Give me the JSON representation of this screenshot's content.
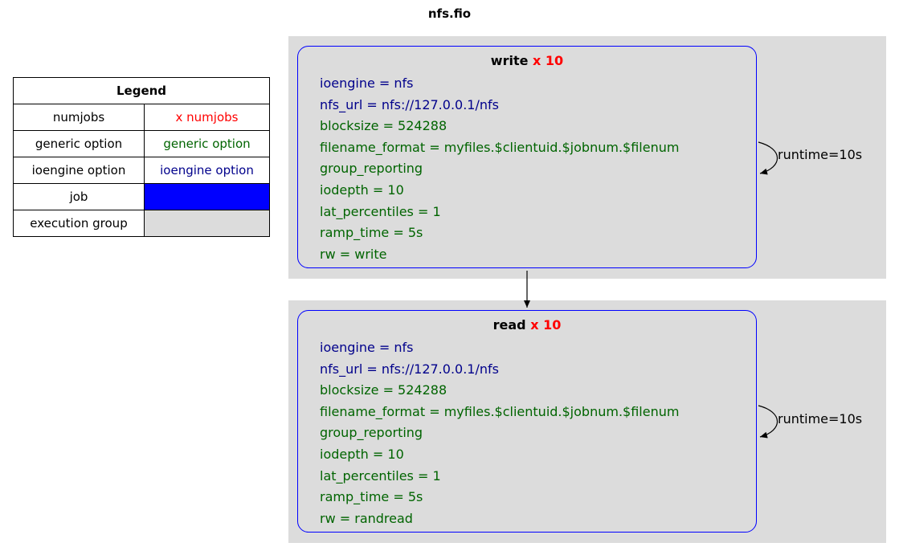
{
  "title": "nfs.fio",
  "legend": {
    "header": "Legend",
    "rows": [
      {
        "key": "numjobs",
        "value": "x numjobs",
        "style": "red"
      },
      {
        "key": "generic option",
        "value": "generic option",
        "style": "green"
      },
      {
        "key": "ioengine option",
        "value": "ioengine option",
        "style": "blue"
      },
      {
        "key": "job",
        "value": "",
        "swatch": "#0000ff"
      },
      {
        "key": "execution group",
        "value": "",
        "swatch": "#dcdcdc"
      }
    ]
  },
  "colors": {
    "numjobs": "#ff0000",
    "generic_option": "#006400",
    "ioengine_option": "#00008b",
    "job_border": "#0000ff",
    "execution_group": "#dcdcdc"
  },
  "jobs": [
    {
      "name": "write",
      "multiplier": "x 10",
      "loop_label": "runtime=10s",
      "options": [
        {
          "text": "ioengine = nfs",
          "kind": "ioengine"
        },
        {
          "text": "nfs_url = nfs://127.0.0.1/nfs",
          "kind": "ioengine"
        },
        {
          "text": "blocksize = 524288",
          "kind": "generic"
        },
        {
          "text": "filename_format = myfiles.$clientuid.$jobnum.$filenum",
          "kind": "generic"
        },
        {
          "text": "group_reporting",
          "kind": "generic"
        },
        {
          "text": "iodepth = 10",
          "kind": "generic"
        },
        {
          "text": "lat_percentiles = 1",
          "kind": "generic"
        },
        {
          "text": "ramp_time = 5s",
          "kind": "generic"
        },
        {
          "text": "rw = write",
          "kind": "generic"
        }
      ]
    },
    {
      "name": "read",
      "multiplier": "x 10",
      "loop_label": "runtime=10s",
      "options": [
        {
          "text": "ioengine = nfs",
          "kind": "ioengine"
        },
        {
          "text": "nfs_url = nfs://127.0.0.1/nfs",
          "kind": "ioengine"
        },
        {
          "text": "blocksize = 524288",
          "kind": "generic"
        },
        {
          "text": "filename_format = myfiles.$clientuid.$jobnum.$filenum",
          "kind": "generic"
        },
        {
          "text": "group_reporting",
          "kind": "generic"
        },
        {
          "text": "iodepth = 10",
          "kind": "generic"
        },
        {
          "text": "lat_percentiles = 1",
          "kind": "generic"
        },
        {
          "text": "ramp_time = 5s",
          "kind": "generic"
        },
        {
          "text": "rw = randread",
          "kind": "generic"
        }
      ]
    }
  ]
}
